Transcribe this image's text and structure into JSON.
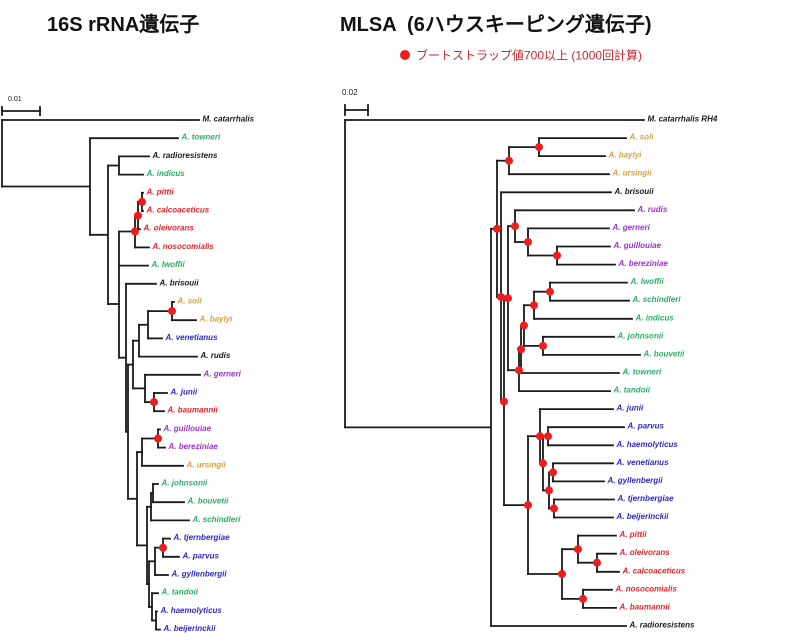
{
  "palette": {
    "black": "#1a1a1a",
    "green": "#2fae66",
    "red": "#e3242b",
    "tan": "#d6a23c",
    "blue": "#2a2ac0",
    "purple": "#9a33cc"
  },
  "bootstrap_marker_color": "#ee1c1c",
  "legend_text_color": "#c8282e",
  "panels": [
    {
      "title": "16S rRNA遺伝子",
      "scale_label": "0.01",
      "taxa": [
        {
          "name": "M. catarrhalis",
          "color": "black"
        },
        {
          "name": "A. towneri",
          "color": "green"
        },
        {
          "name": "A. radioresistens",
          "color": "black"
        },
        {
          "name": "A. indicus",
          "color": "green"
        },
        {
          "name": "A. pittii",
          "color": "red"
        },
        {
          "name": "A. calcoaceticus",
          "color": "red"
        },
        {
          "name": "A. oleivorans",
          "color": "red"
        },
        {
          "name": "A. nosocomialis",
          "color": "red"
        },
        {
          "name": "A. lwoffii",
          "color": "green"
        },
        {
          "name": "A. brisouii",
          "color": "black"
        },
        {
          "name": "A. soli",
          "color": "tan"
        },
        {
          "name": "A. baylyi",
          "color": "tan"
        },
        {
          "name": "A. venetianus",
          "color": "blue"
        },
        {
          "name": "A. rudis",
          "color": "black"
        },
        {
          "name": "A. gerneri",
          "color": "purple"
        },
        {
          "name": "A. junii",
          "color": "blue"
        },
        {
          "name": "A. baumannii",
          "color": "red"
        },
        {
          "name": "A. guillouiae",
          "color": "purple"
        },
        {
          "name": "A. bereziniae",
          "color": "purple"
        },
        {
          "name": "A. ursingii",
          "color": "tan"
        },
        {
          "name": "A. johnsonii",
          "color": "green"
        },
        {
          "name": "A. bouvetii",
          "color": "green"
        },
        {
          "name": "A. schindleri",
          "color": "green"
        },
        {
          "name": "A. tjernbergiae",
          "color": "blue"
        },
        {
          "name": "A. parvus",
          "color": "blue"
        },
        {
          "name": "A. gyllenbergii",
          "color": "blue"
        },
        {
          "name": "A. tandoii",
          "color": "green"
        },
        {
          "name": "A. haemolyticus",
          "color": "blue"
        },
        {
          "name": "A. beijerinckii",
          "color": "blue"
        }
      ]
    },
    {
      "title": "MLSA  (6ハウスキーピング遺伝子)",
      "legend": "ブートストラップ値700以上 (1000回計算)",
      "scale_label": "0.02",
      "taxa": [
        {
          "name": "M. catarrhalis RH4",
          "color": "black"
        },
        {
          "name": "A. soli",
          "color": "tan"
        },
        {
          "name": "A. baylyi",
          "color": "tan"
        },
        {
          "name": "A. ursingii",
          "color": "tan"
        },
        {
          "name": "A. brisouii",
          "color": "black"
        },
        {
          "name": "A. rudis",
          "color": "purple"
        },
        {
          "name": "A. gerneri",
          "color": "purple"
        },
        {
          "name": "A. guillouiae",
          "color": "purple"
        },
        {
          "name": "A. bereziniae",
          "color": "purple"
        },
        {
          "name": "A. lwoffii",
          "color": "green"
        },
        {
          "name": "A. schindleri",
          "color": "green"
        },
        {
          "name": "A. indicus",
          "color": "green"
        },
        {
          "name": "A. johnsonii",
          "color": "green"
        },
        {
          "name": "A. bouvetii",
          "color": "green"
        },
        {
          "name": "A. towneri",
          "color": "green"
        },
        {
          "name": "A. tandoii",
          "color": "green"
        },
        {
          "name": "A. junii",
          "color": "blue"
        },
        {
          "name": "A. parvus",
          "color": "blue"
        },
        {
          "name": "A. haemolyticus",
          "color": "blue"
        },
        {
          "name": "A. venetianus",
          "color": "blue"
        },
        {
          "name": "A. gyllenbergii",
          "color": "blue"
        },
        {
          "name": "A. tjernbergiae",
          "color": "blue"
        },
        {
          "name": "A. beijerinckii",
          "color": "blue"
        },
        {
          "name": "A. pittii",
          "color": "red"
        },
        {
          "name": "A. oleivorans",
          "color": "red"
        },
        {
          "name": "A. calcoaceticus",
          "color": "red"
        },
        {
          "name": "A. nosocomialis",
          "color": "red"
        },
        {
          "name": "A. baumannii",
          "color": "red"
        },
        {
          "name": "A. radioresistens",
          "color": "black"
        }
      ]
    }
  ]
}
